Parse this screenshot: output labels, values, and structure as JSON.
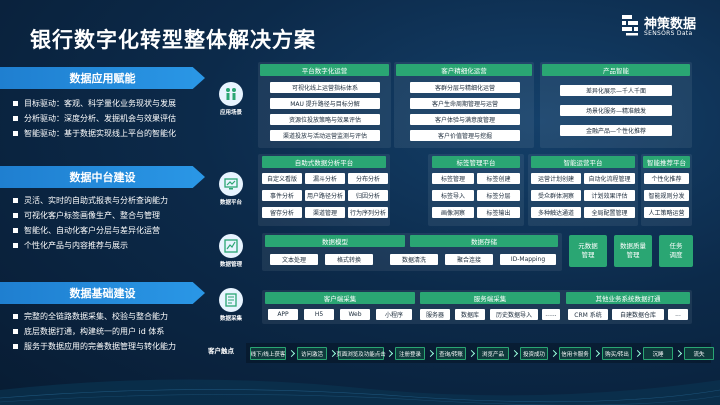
{
  "title": "银行数字化转型整体解决方案",
  "logo": {
    "cn": "神策数据",
    "en": "SENSORS Data"
  },
  "sections": [
    {
      "head": "数据应用赋能",
      "items": [
        "目标驱动：客观、科学量化业务现状与发展",
        "分析驱动：深度分析、发掘机会与效果评估",
        "智能驱动：基于数据实现线上平台的智能化"
      ]
    },
    {
      "head": "数据中台建设",
      "items": [
        "灵活、实时的自助式报表与分析查询能力",
        "可视化客户标签画像生产、整合与管理",
        "智能化、自动化客户分层与差异化运营",
        "个性化产品与内容推荐与展示"
      ]
    },
    {
      "head": "数据基础建设",
      "items": [
        "完整的全链路数据采集、校验与整合能力",
        "底层数据打通，构建统一的用户 id 体系",
        "服务于数据应用的完善数据管理与转化能力"
      ]
    }
  ],
  "icons": [
    "应用场景",
    "数据平台",
    "数据管理",
    "数据采集"
  ],
  "scene": {
    "heads": [
      "平台数字化运营",
      "客户精细化运营",
      "产品智能"
    ],
    "col1": [
      "可视化线上运营指标体系",
      "MAU 提升路径与目标分解",
      "资源位投放策略与效果评估",
      "渠道投放与活动运营监测与评估"
    ],
    "col2": [
      "客群分层与精细化运营",
      "客户生命周期管理与运营",
      "客户体验与满意度管理",
      "客户价值管理与挖掘"
    ],
    "col3": [
      "差异化展示—千人千面",
      "场景化服务—精准触发",
      "金融产品—个性化推荐"
    ]
  },
  "platform": {
    "heads": [
      "自助式数据分析平台",
      "标签管理平台",
      "智能运营平台",
      "智能推荐平台"
    ],
    "analysis": [
      "自定义看版",
      "漏斗分析",
      "分布分析",
      "事件分析",
      "用户路径分析",
      "归因分析",
      "留存分析",
      "渠道管理",
      "行为序列分析"
    ],
    "tags": [
      "标签管理",
      "标签创建",
      "标签导入",
      "标签分层",
      "画像洞察",
      "标签输出"
    ],
    "ops": [
      "运营计划创建",
      "自动化流程管理",
      "受众群体洞察",
      "计划效果评估",
      "多种触达通道",
      "全局配置管理"
    ],
    "rec": [
      "个性化推荐",
      "智能规则分发",
      "人工策略运营"
    ]
  },
  "manage": {
    "heads": [
      "数据模型",
      "数据存储"
    ],
    "items": [
      "文本处理",
      "格式转换",
      "数据清洗",
      "聚合连接",
      "ID-Mapping"
    ],
    "side": [
      "元数据\n管理",
      "数据质量\n管理",
      "任务\n调度"
    ]
  },
  "collect": {
    "heads": [
      "客户端采集",
      "服务端采集",
      "其他业务系统数据打通"
    ],
    "client": [
      "APP",
      "H5",
      "Web",
      "小程序"
    ],
    "server": [
      "服务器",
      "数据库",
      "历史数据导入",
      "......"
    ],
    "other": [
      "CRM 系统",
      "自建数据仓库",
      "..."
    ]
  },
  "touch": {
    "label": "客户触点",
    "steps": [
      "线下/线上获客",
      "访问激活",
      "页面浏览及功能点击",
      "注册登录",
      "查询/转账",
      "浏览产品",
      "投资成功",
      "信用卡服务",
      "购买/转出",
      "沉睡",
      "流失"
    ]
  }
}
